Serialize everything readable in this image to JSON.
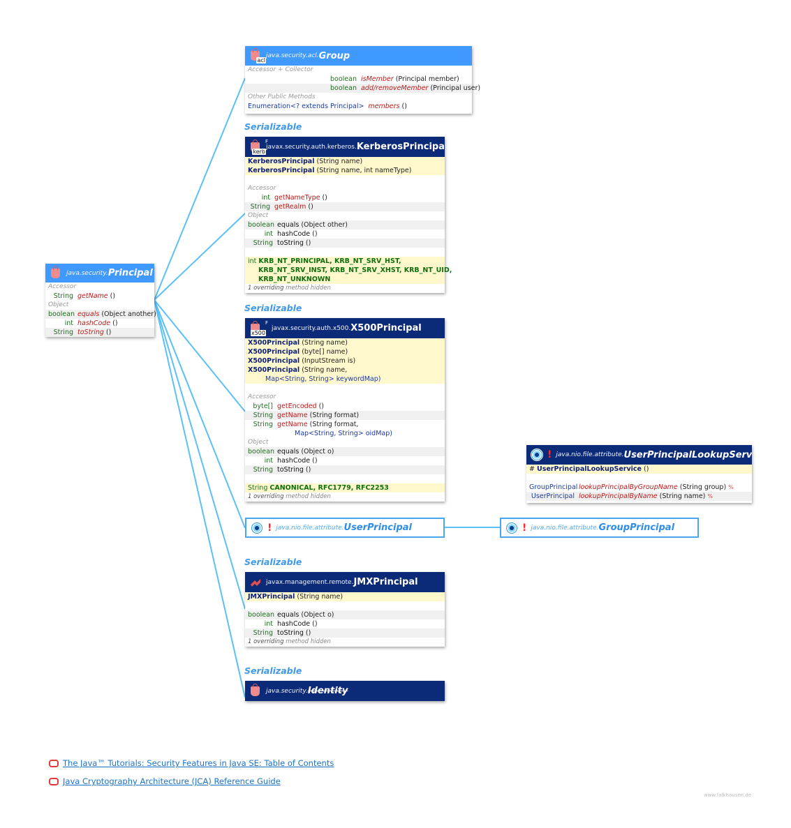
{
  "principal": {
    "pkg": "java.security.",
    "name": "Principal",
    "sections": [
      {
        "label": "Accessor",
        "rows": [
          {
            "type": "String",
            "name": "getName",
            "args": " ()"
          }
        ]
      },
      {
        "label": "Object",
        "rows": [
          {
            "type": "boolean",
            "name": "equals",
            "args": " (Object another)"
          },
          {
            "type": "int",
            "name": "hashCode",
            "args": " ()"
          },
          {
            "type": "String",
            "name": "toString",
            "args": " ()"
          }
        ]
      }
    ]
  },
  "group": {
    "icon_tag": "acl",
    "pkg": "java.security.acl.",
    "name": "Group",
    "accessor_label": "Accessor + Collector",
    "m1_type": "boolean",
    "m1_name": "isMember",
    "m1_args": " (Principal member)",
    "m2_type": "boolean",
    "m2_name": "add/removeMember",
    "m2_args": " (Principal user)",
    "other_label": "Other Public Methods",
    "m3_type": "Enumeration<? extends Principal>",
    "m3_name": "members",
    "m3_args": " ()"
  },
  "serializable_label": "Serializable",
  "kerberos": {
    "icon_tag": "kerb",
    "final": "F",
    "pkg": "javax.security.auth.kerberos.",
    "name": "KerberosPrincipal",
    "ctors": [
      {
        "name": "KerberosPrincipal",
        "args": " (String name)"
      },
      {
        "name": "KerberosPrincipal",
        "args": " (String name, int nameType)"
      }
    ],
    "accessor_label": "Accessor",
    "accessors": [
      {
        "type": "int",
        "name": "getNameType",
        "args": " ()"
      },
      {
        "type": "String",
        "name": "getRealm",
        "args": " ()"
      }
    ],
    "object_label": "Object",
    "object_rows": [
      {
        "type": "boolean",
        "name": "equals",
        "args": " (Object other)"
      },
      {
        "type": "int",
        "name": "hashCode",
        "args": " ()"
      },
      {
        "type": "String",
        "name": "toString",
        "args": " ()"
      }
    ],
    "const_type": "int",
    "const_line1": "KRB_NT_PRINCIPAL, KRB_NT_SRV_HST,",
    "const_line2": "KRB_NT_SRV_INST, KRB_NT_SRV_XHST, KRB_NT_UID,",
    "const_line3": "KRB_NT_UNKNOWN",
    "footer_count": "1 overriding",
    "footer_text": " method hidden"
  },
  "x500": {
    "icon_tag": "x500",
    "final": "F",
    "pkg": "javax.security.auth.x500.",
    "name": "X500Principal",
    "ctors": [
      {
        "name": "X500Principal",
        "args": " (String name)"
      },
      {
        "name": "X500Principal",
        "args": " (byte[] name)"
      },
      {
        "name": "X500Principal",
        "args": " (InputStream is)"
      },
      {
        "name": "X500Principal",
        "args": " (String name,"
      }
    ],
    "ctor_cont": "Map<String, String> keywordMap)",
    "accessor_label": "Accessor",
    "accessors": [
      {
        "type": "byte[]",
        "name": "getEncoded",
        "args": " ()"
      },
      {
        "type": "String",
        "name": "getName",
        "args": " (String format)"
      },
      {
        "type": "String",
        "name": "getName",
        "args": " (String format,"
      }
    ],
    "accessor_cont": "Map<String, String> oidMap)",
    "object_label": "Object",
    "object_rows": [
      {
        "type": "boolean",
        "name": "equals",
        "args": " (Object o)"
      },
      {
        "type": "int",
        "name": "hashCode",
        "args": " ()"
      },
      {
        "type": "String",
        "name": "toString",
        "args": " ()"
      }
    ],
    "const_type": "String",
    "const_line": "CANONICAL, RFC1779, RFC2253",
    "footer_count": "1 overriding",
    "footer_text": " method hidden"
  },
  "lookup": {
    "excl": "!",
    "pkg": "java.nio.file.attribute.",
    "name": "UserPrincipalLookupService",
    "ctor_mod": "#",
    "ctor_name": "UserPrincipalLookupService",
    "ctor_args": " ()",
    "rows": [
      {
        "type": "GroupPrincipal",
        "name": "lookupPrincipalByGroupName",
        "args": " (String group)",
        "mark": "%"
      },
      {
        "type": "UserPrincipal",
        "name": "lookupPrincipalByName",
        "args": " (String name)",
        "mark": "%"
      }
    ]
  },
  "userprincipal": {
    "excl": "!",
    "pkg": "java.nio.file.attribute.",
    "name": "UserPrincipal"
  },
  "groupprincipal": {
    "excl": "!",
    "pkg": "java.nio.file.attribute.",
    "name": "GroupPrincipal"
  },
  "jmx": {
    "pkg": "javax.management.remote.",
    "name": "JMXPrincipal",
    "ctor_name": "JMXPrincipal",
    "ctor_args": " (String name)",
    "object_rows": [
      {
        "type": "boolean",
        "name": "equals",
        "args": " (Object o)"
      },
      {
        "type": "int",
        "name": "hashCode",
        "args": " ()"
      },
      {
        "type": "String",
        "name": "toString",
        "args": " ()"
      }
    ],
    "footer_count": "1 overriding",
    "footer_text": " method hidden"
  },
  "identity": {
    "pkg": "java.security.",
    "name": "Identity"
  },
  "links": [
    {
      "text": "The Java™ Tutorials: Security Features in Java SE: Table of Contents"
    },
    {
      "text": "Java Cryptography Architecture (JCA) Reference Guide"
    }
  ],
  "watermark": "www.falkhausen.de",
  "colors": {
    "light_header": "#4099ff",
    "dark_header": "#0b2a78",
    "connector": "#5bc0f8",
    "ctor_bg": "#fff8cc"
  }
}
